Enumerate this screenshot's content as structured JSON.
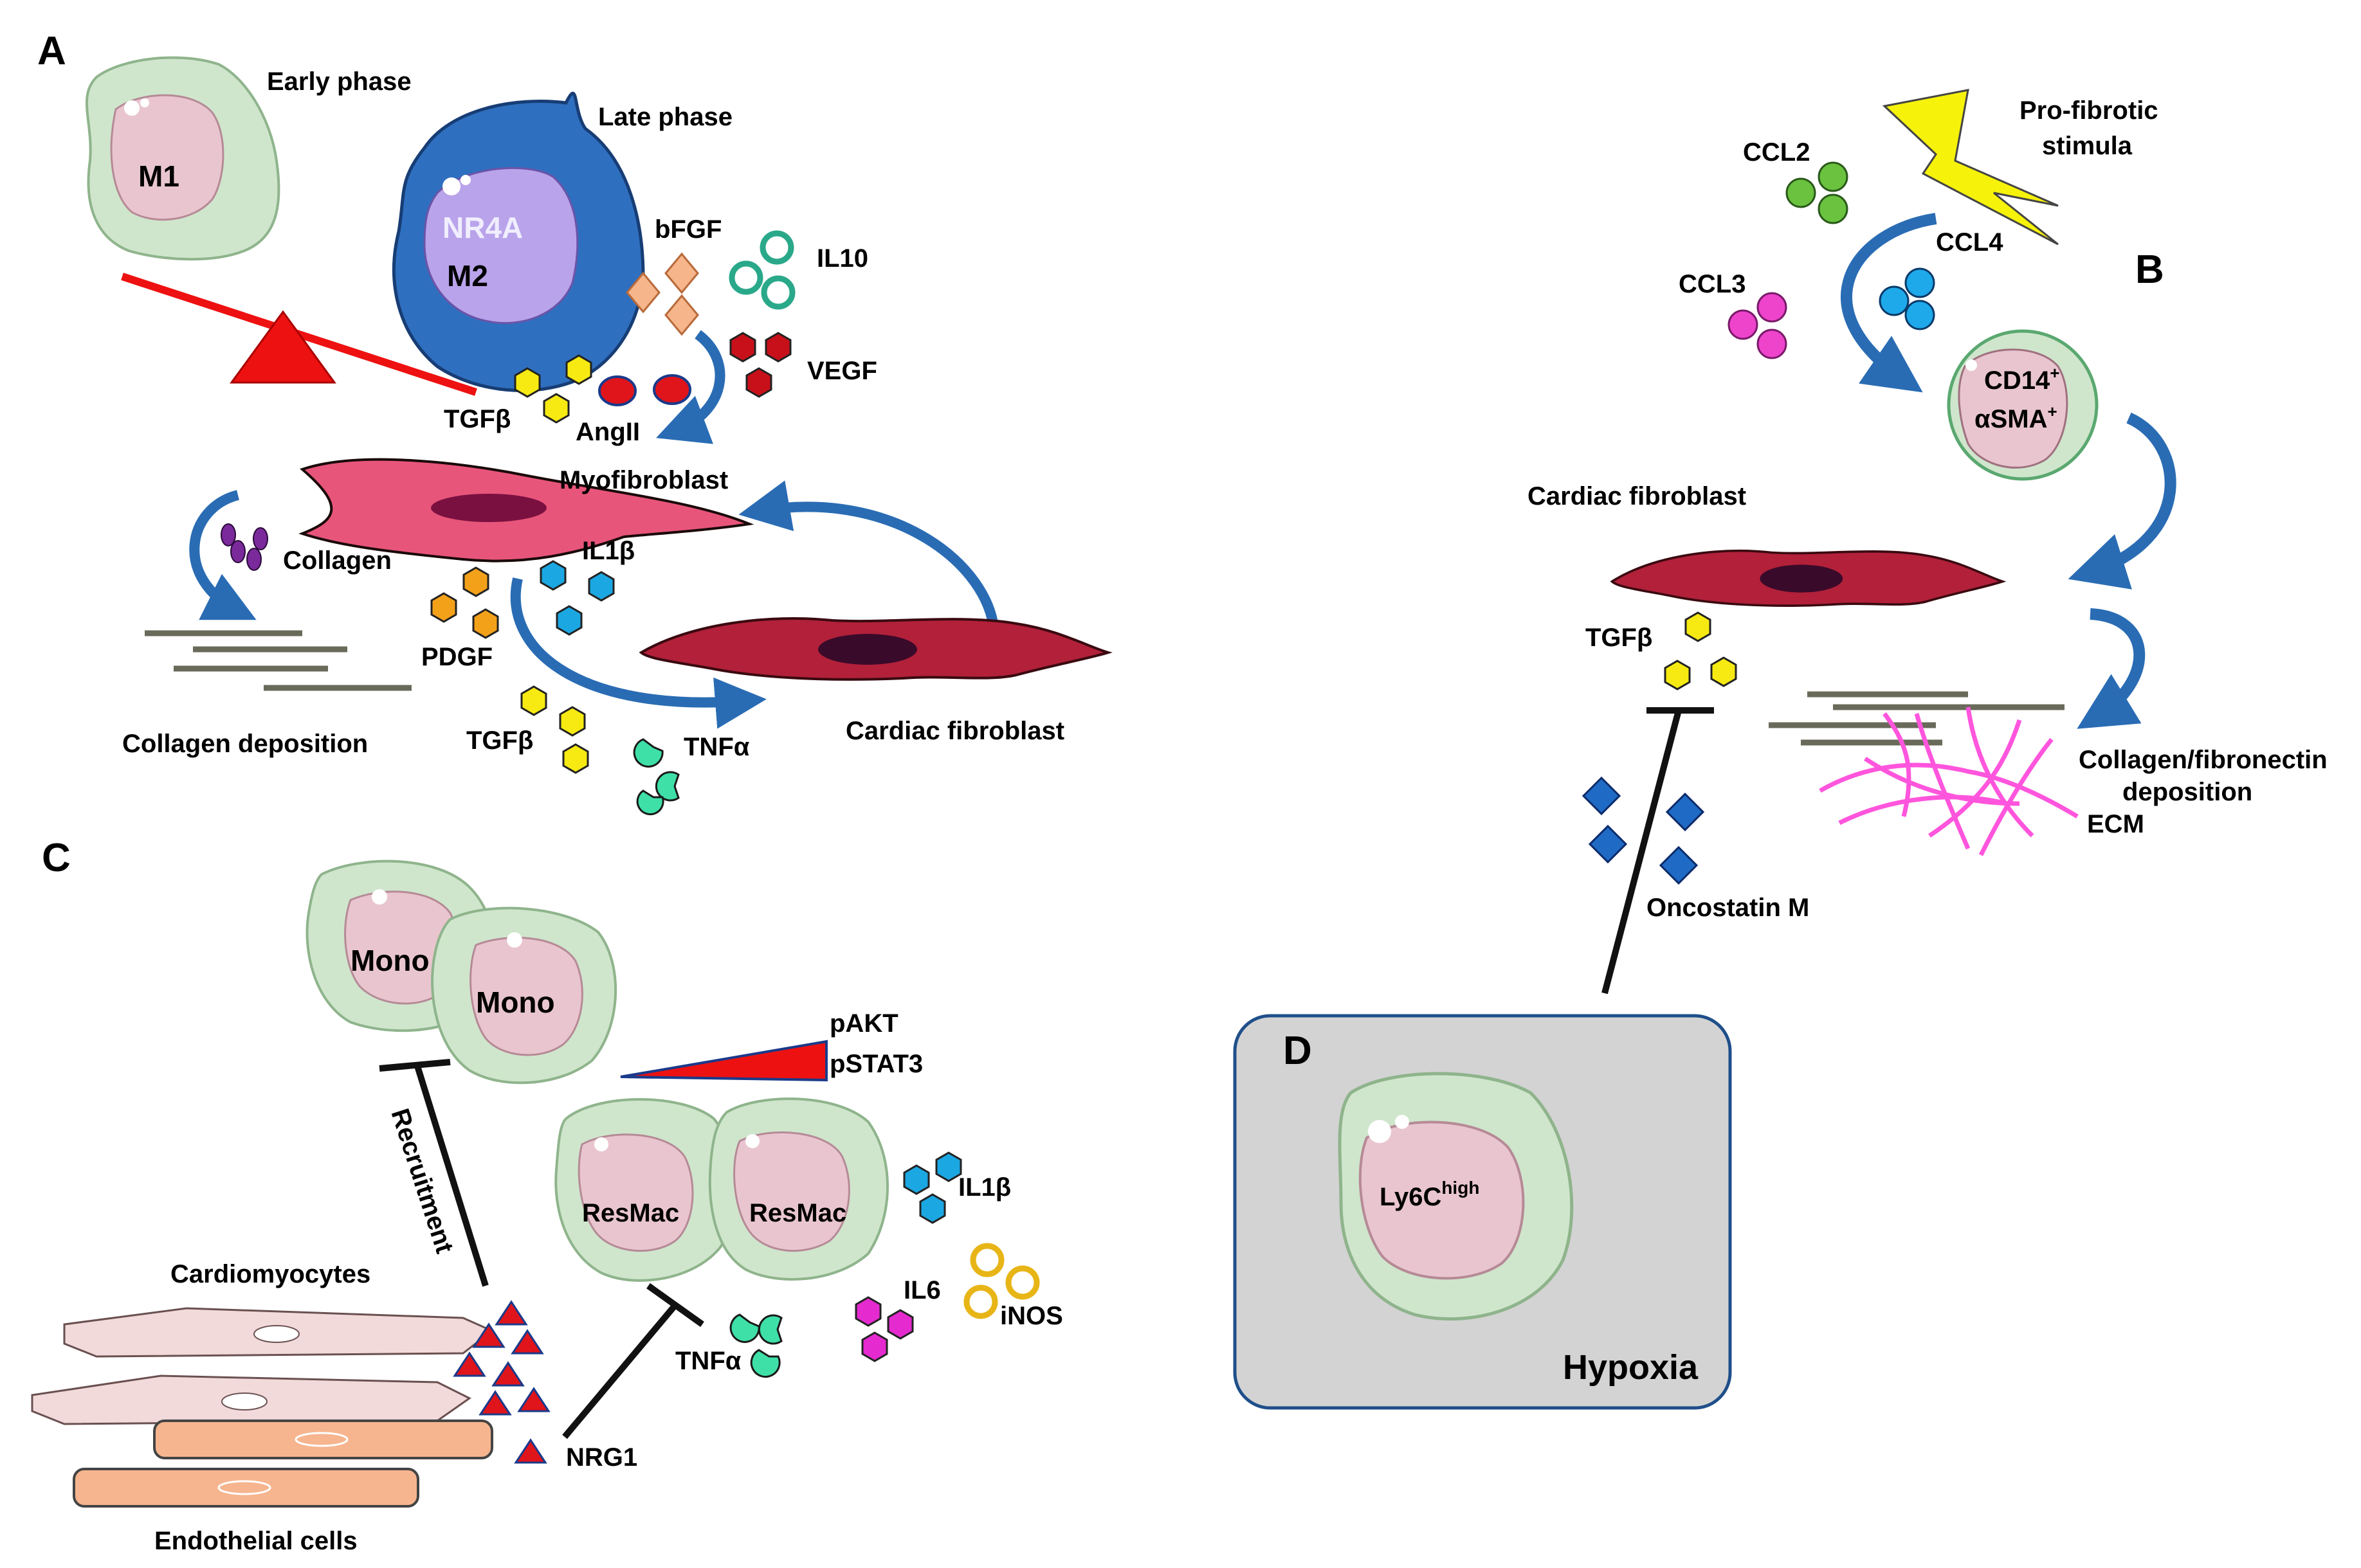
{
  "panel_a": {
    "letter": "A",
    "early_phase": "Early phase",
    "late_phase": "Late phase",
    "m1": "M1",
    "nr4a": "NR4A",
    "m2": "M2",
    "bfgf": "bFGF",
    "il10": "IL10",
    "vegf": "VEGF",
    "tgfb_top": "TGFβ",
    "angii": "AngII",
    "myofibroblast": "Myofibroblast",
    "collagen": "Collagen",
    "il1b": "IL1β",
    "pdgf": "PDGF",
    "collagen_deposition": "Collagen deposition",
    "tgfb_bottom": "TGFβ",
    "tnfa": "TNFα",
    "cardiac_fibroblast": "Cardiac fibroblast"
  },
  "panel_b": {
    "letter": "B",
    "ccl2": "CCL2",
    "ccl3": "CCL3",
    "ccl4": "CCL4",
    "stimula_line1": "Pro-fibrotic",
    "stimula_line2": "stimula",
    "cd14": "CD14",
    "cd14_sup": "+",
    "asma": "αSMA",
    "asma_sup": "+",
    "cardiac_fibroblast": "Cardiac fibroblast",
    "tgfb": "TGFβ",
    "deposition_line1": "Collagen/fibronectin",
    "deposition_line2": "deposition",
    "ecm": "ECM",
    "oncostatin": "Oncostatin M"
  },
  "panel_c": {
    "letter": "C",
    "mono1": "Mono",
    "mono2": "Mono",
    "pakt": "pAKT",
    "pstat3": "pSTAT3",
    "recruitment": "Recruitment",
    "resmac1": "ResMac",
    "resmac2": "ResMac",
    "il1b": "IL1β",
    "il6": "IL6",
    "inos": "iNOS",
    "tnfa": "TNFα",
    "cardiomyocytes": "Cardiomyocytes",
    "nrg1": "NRG1",
    "endothelial": "Endothelial cells"
  },
  "panel_d": {
    "letter": "D",
    "ly6c": "Ly6C",
    "ly6c_sup": "high",
    "hypoxia": "Hypoxia"
  },
  "colors": {
    "macrophage_fill": "#cfe6cc",
    "nucleus_fill": "#e9c6cf",
    "m2_fill": "#2f6fbf",
    "m2_nucleus": "#b9a3ea",
    "fibroblast": "#b2203a",
    "myofibroblast": "#e8557a",
    "arrow_blue": "#2a6cb4",
    "seesaw_red": "#ee1111",
    "tgfb_yellow": "#f6ea12",
    "angii_red": "#e0141b",
    "vegf_red": "#c8101a",
    "pdgf_orange": "#f4a11a",
    "il1b_blue": "#1ba7e2",
    "tnfa_teal": "#3fe0a8",
    "collagen_purple": "#7a2a9a",
    "bfgf_peach": "#f6b58a",
    "ccl2_green": "#6ac23f",
    "ccl3_pink": "#ee44cc",
    "ccl4_blue": "#1ea9ea",
    "lightning_yellow": "#f6f20a",
    "oncostatin_blue": "#1f6ac4",
    "ecm_magenta": "#ff55dd",
    "il6_magenta": "#e52ad0",
    "inos_gold": "#e7b516",
    "nrg1_red": "#e0141b",
    "hypoxia_box": "#d3d3d3",
    "cardiomyocyte": "#f2dada",
    "endothelial": "#f6b58f"
  }
}
